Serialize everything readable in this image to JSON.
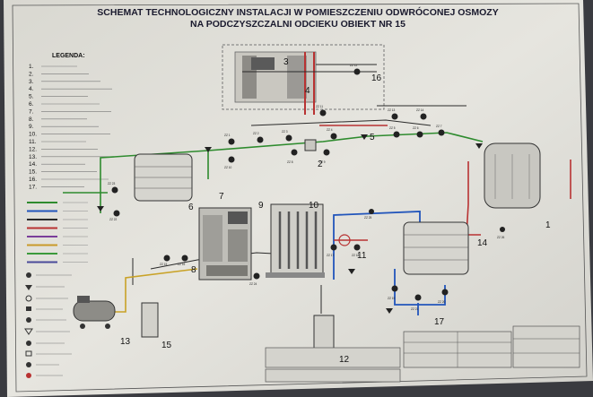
{
  "title": {
    "line1": "SCHEMAT TECHNOLOGICZNY INSTALACJI W POMIESZCZENIU ODWRÓCONEJ OSMOZY",
    "line2": "NA PODCZYSZCZALNI ODCIEKU OBIEKT NR 15"
  },
  "legend": {
    "heading": "LEGENDA:",
    "items": [
      {
        "n": "1."
      },
      {
        "n": "2."
      },
      {
        "n": "3."
      },
      {
        "n": "4."
      },
      {
        "n": "5."
      },
      {
        "n": "6."
      },
      {
        "n": "7."
      },
      {
        "n": "8."
      },
      {
        "n": "9."
      },
      {
        "n": "10."
      },
      {
        "n": "11."
      },
      {
        "n": "12."
      },
      {
        "n": "13."
      },
      {
        "n": "14."
      },
      {
        "n": "15."
      },
      {
        "n": "16."
      },
      {
        "n": "17."
      }
    ]
  },
  "line_legend": [
    {
      "color": "#2e8b2e"
    },
    {
      "color": "#2255bb"
    },
    {
      "color": "#2a2a2a"
    },
    {
      "color": "#b83232"
    },
    {
      "color": "#7a3e9a"
    },
    {
      "color": "#c99a2a"
    },
    {
      "color": "#3b9a3b"
    },
    {
      "color": "#4a4a9a"
    }
  ],
  "callouts": [
    {
      "id": "c1",
      "label": "1"
    },
    {
      "id": "c2",
      "label": "2"
    },
    {
      "id": "c3",
      "label": "3"
    },
    {
      "id": "c4",
      "label": "4"
    },
    {
      "id": "c5",
      "label": "5"
    },
    {
      "id": "c6",
      "label": "6"
    },
    {
      "id": "c7",
      "label": "7"
    },
    {
      "id": "c8",
      "label": "8"
    },
    {
      "id": "c9",
      "label": "9"
    },
    {
      "id": "c10",
      "label": "10"
    },
    {
      "id": "c11",
      "label": "11"
    },
    {
      "id": "c12",
      "label": "12"
    },
    {
      "id": "c13",
      "label": "13"
    },
    {
      "id": "c14",
      "label": "14"
    },
    {
      "id": "c15",
      "label": "15"
    },
    {
      "id": "c16",
      "label": "16"
    },
    {
      "id": "c17",
      "label": "17"
    }
  ],
  "instrument_tags": [
    "ZZ 1",
    "ZZ 2",
    "ZZ 3",
    "ZZ 4",
    "ZZ 5",
    "ZZ 6",
    "ZZ 7",
    "ZZ 8",
    "ZZ 9",
    "ZZ 10",
    "ZZ 11",
    "ZZ 12",
    "ZZ 13",
    "ZZ 14",
    "ZZ 15",
    "ZZ 16",
    "ZZ 17",
    "ZZ 18",
    "ZZ 19",
    "ZZ 20",
    "ZZ 21",
    "ZZ 22",
    "ZZ 23",
    "ZZ 24",
    "ZZ 25",
    "ZZ 26"
  ],
  "colors": {
    "sheet": "#e3e2dc",
    "pipe_green": "#2e8b2e",
    "pipe_blue": "#2255bb",
    "pipe_red": "#b83232",
    "pipe_dark": "#2a2a2a",
    "pipe_yellow": "#c9a227",
    "pipe_purple": "#7a3e9a"
  }
}
